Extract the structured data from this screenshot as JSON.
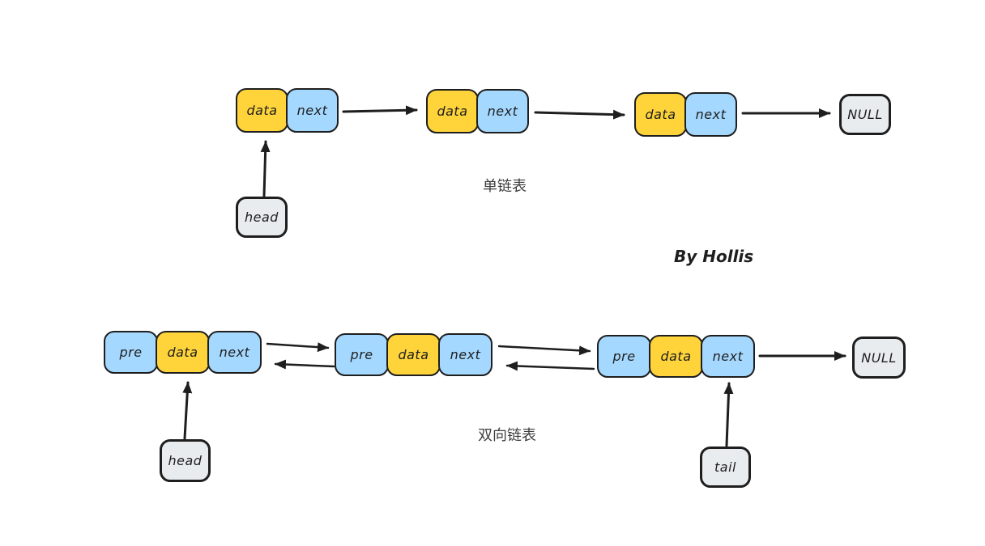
{
  "signature": "By Hollis",
  "colors": {
    "data_cell_fill": "#ffd43b",
    "pointer_cell_fill": "#a5d8ff",
    "reference_box_fill": "#e9ecef",
    "stroke": "#1e1e1e",
    "caption_text": "#3d3d3d"
  },
  "singly_list": {
    "caption": "单链表",
    "terminator": "NULL",
    "head_label": "head",
    "nodes": [
      {
        "data": "data",
        "next": "next"
      },
      {
        "data": "data",
        "next": "next"
      },
      {
        "data": "data",
        "next": "next"
      }
    ]
  },
  "doubly_list": {
    "caption": "双向链表",
    "terminator": "NULL",
    "head_label": "head",
    "tail_label": "tail",
    "nodes": [
      {
        "pre": "pre",
        "data": "data",
        "next": "next"
      },
      {
        "pre": "pre",
        "data": "data",
        "next": "next"
      },
      {
        "pre": "pre",
        "data": "data",
        "next": "next"
      }
    ]
  }
}
